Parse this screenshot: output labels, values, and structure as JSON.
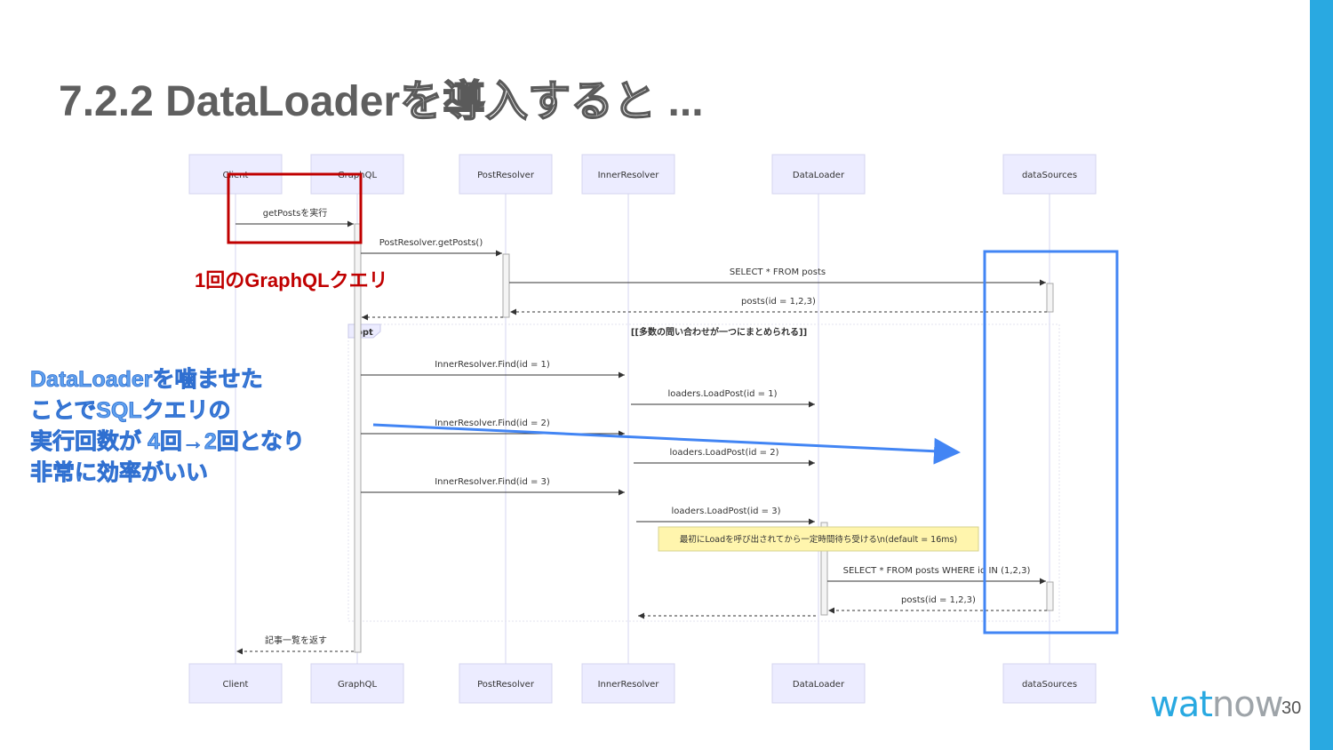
{
  "slide": {
    "title_prefix": "7.2.2 DataLoader",
    "title_jp": "を導入すると",
    "title_suffix": " ...",
    "page_number": "30",
    "logo_wat": "wat",
    "logo_now": "now",
    "accent_color": "#29a9e1"
  },
  "diagram": {
    "participants": [
      "Client",
      "GraphQL",
      "PostResolver",
      "InnerResolver",
      "DataLoader",
      "dataSources"
    ],
    "messages": [
      {
        "label": "getPostsを実行"
      },
      {
        "label": "PostResolver.getPosts()"
      },
      {
        "label": "SELECT * FROM posts"
      },
      {
        "label": "posts(id = 1,2,3)"
      },
      {
        "label": "InnerResolver.Find(id = 1)"
      },
      {
        "label": "loaders.LoadPost(id = 1)"
      },
      {
        "label": "InnerResolver.Find(id = 2)"
      },
      {
        "label": "loaders.LoadPost(id = 2)"
      },
      {
        "label": "InnerResolver.Find(id = 3)"
      },
      {
        "label": "loaders.LoadPost(id = 3)"
      },
      {
        "label": "SELECT * FROM posts WHERE id IN (1,2,3)"
      },
      {
        "label": "posts(id = 1,2,3)"
      },
      {
        "label": ""
      },
      {
        "label": "記事一覧を返す"
      }
    ],
    "opt_label": "opt",
    "opt_condition": "[[多数の問い合わせが一つにまとめられる]]",
    "note": "最初にLoadを呼び出されてから一定時間待ち受ける\\n(default = 16ms)"
  },
  "annotations": {
    "red_note": "1回のGraphQLクエリ",
    "red_color": "#c00000",
    "blue_lines": [
      "DataLoaderを噛ませた",
      "ことでSQLクエリの",
      "実行回数が 4回→2回となり",
      "非常に効率がいい"
    ],
    "blue_color": "#4285f4"
  }
}
